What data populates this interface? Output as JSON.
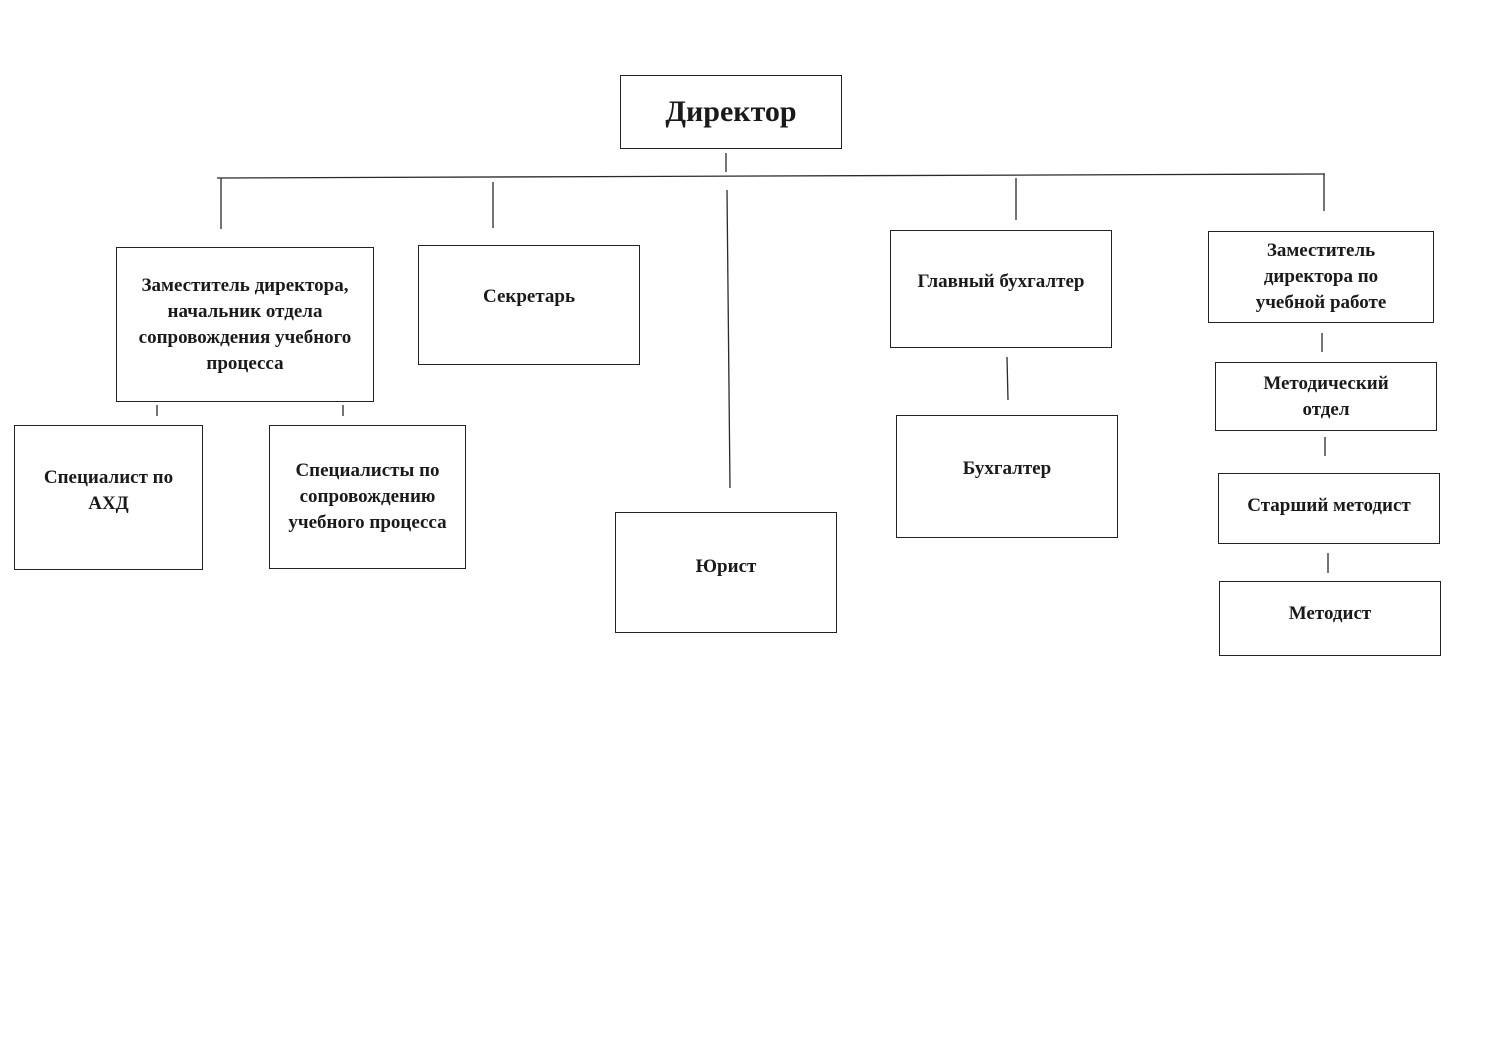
{
  "org_chart": {
    "director": "Директор",
    "deputy_support": "Заместитель директора, начальник отдела сопровождения учебного процесса",
    "secretary": "Секретарь",
    "lawyer": "Юрист",
    "chief_accountant": "Главный бухгалтер",
    "deputy_academic": "Заместитель директора по учебной работе",
    "specialist_ahd": "Специалист по АХД",
    "specialists_support": "Специалисты по сопровождению учебного процесса",
    "accountant": "Бухгалтер",
    "methodical_dept": "Методический отдел",
    "senior_methodist": "Старший методист",
    "methodist": "Методист"
  }
}
